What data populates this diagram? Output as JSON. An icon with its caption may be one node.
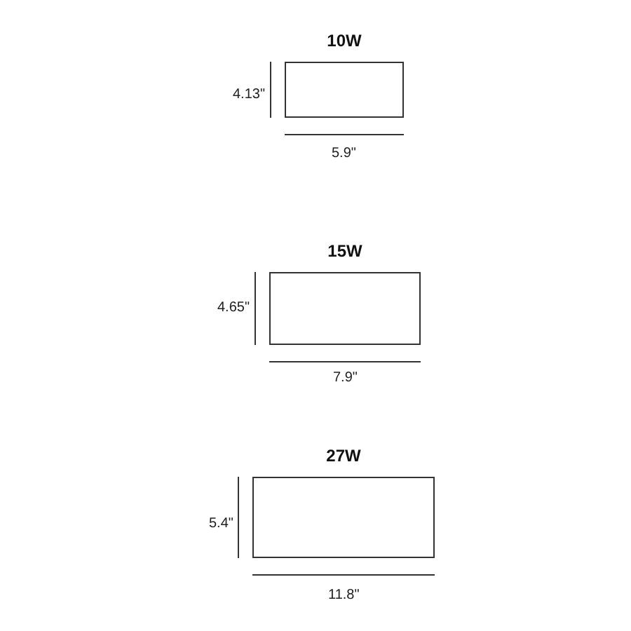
{
  "diagram": {
    "nodes": [
      {
        "text": [
          "10W"
        ]
      },
      {
        "text": [
          "15W"
        ]
      },
      {
        "text": [
          "27W"
        ]
      }
    ],
    "labels": [
      "4.13\"",
      "5.9\"",
      "4.65\"",
      "7.9\"",
      "5.4\"",
      "11.8\""
    ]
  }
}
